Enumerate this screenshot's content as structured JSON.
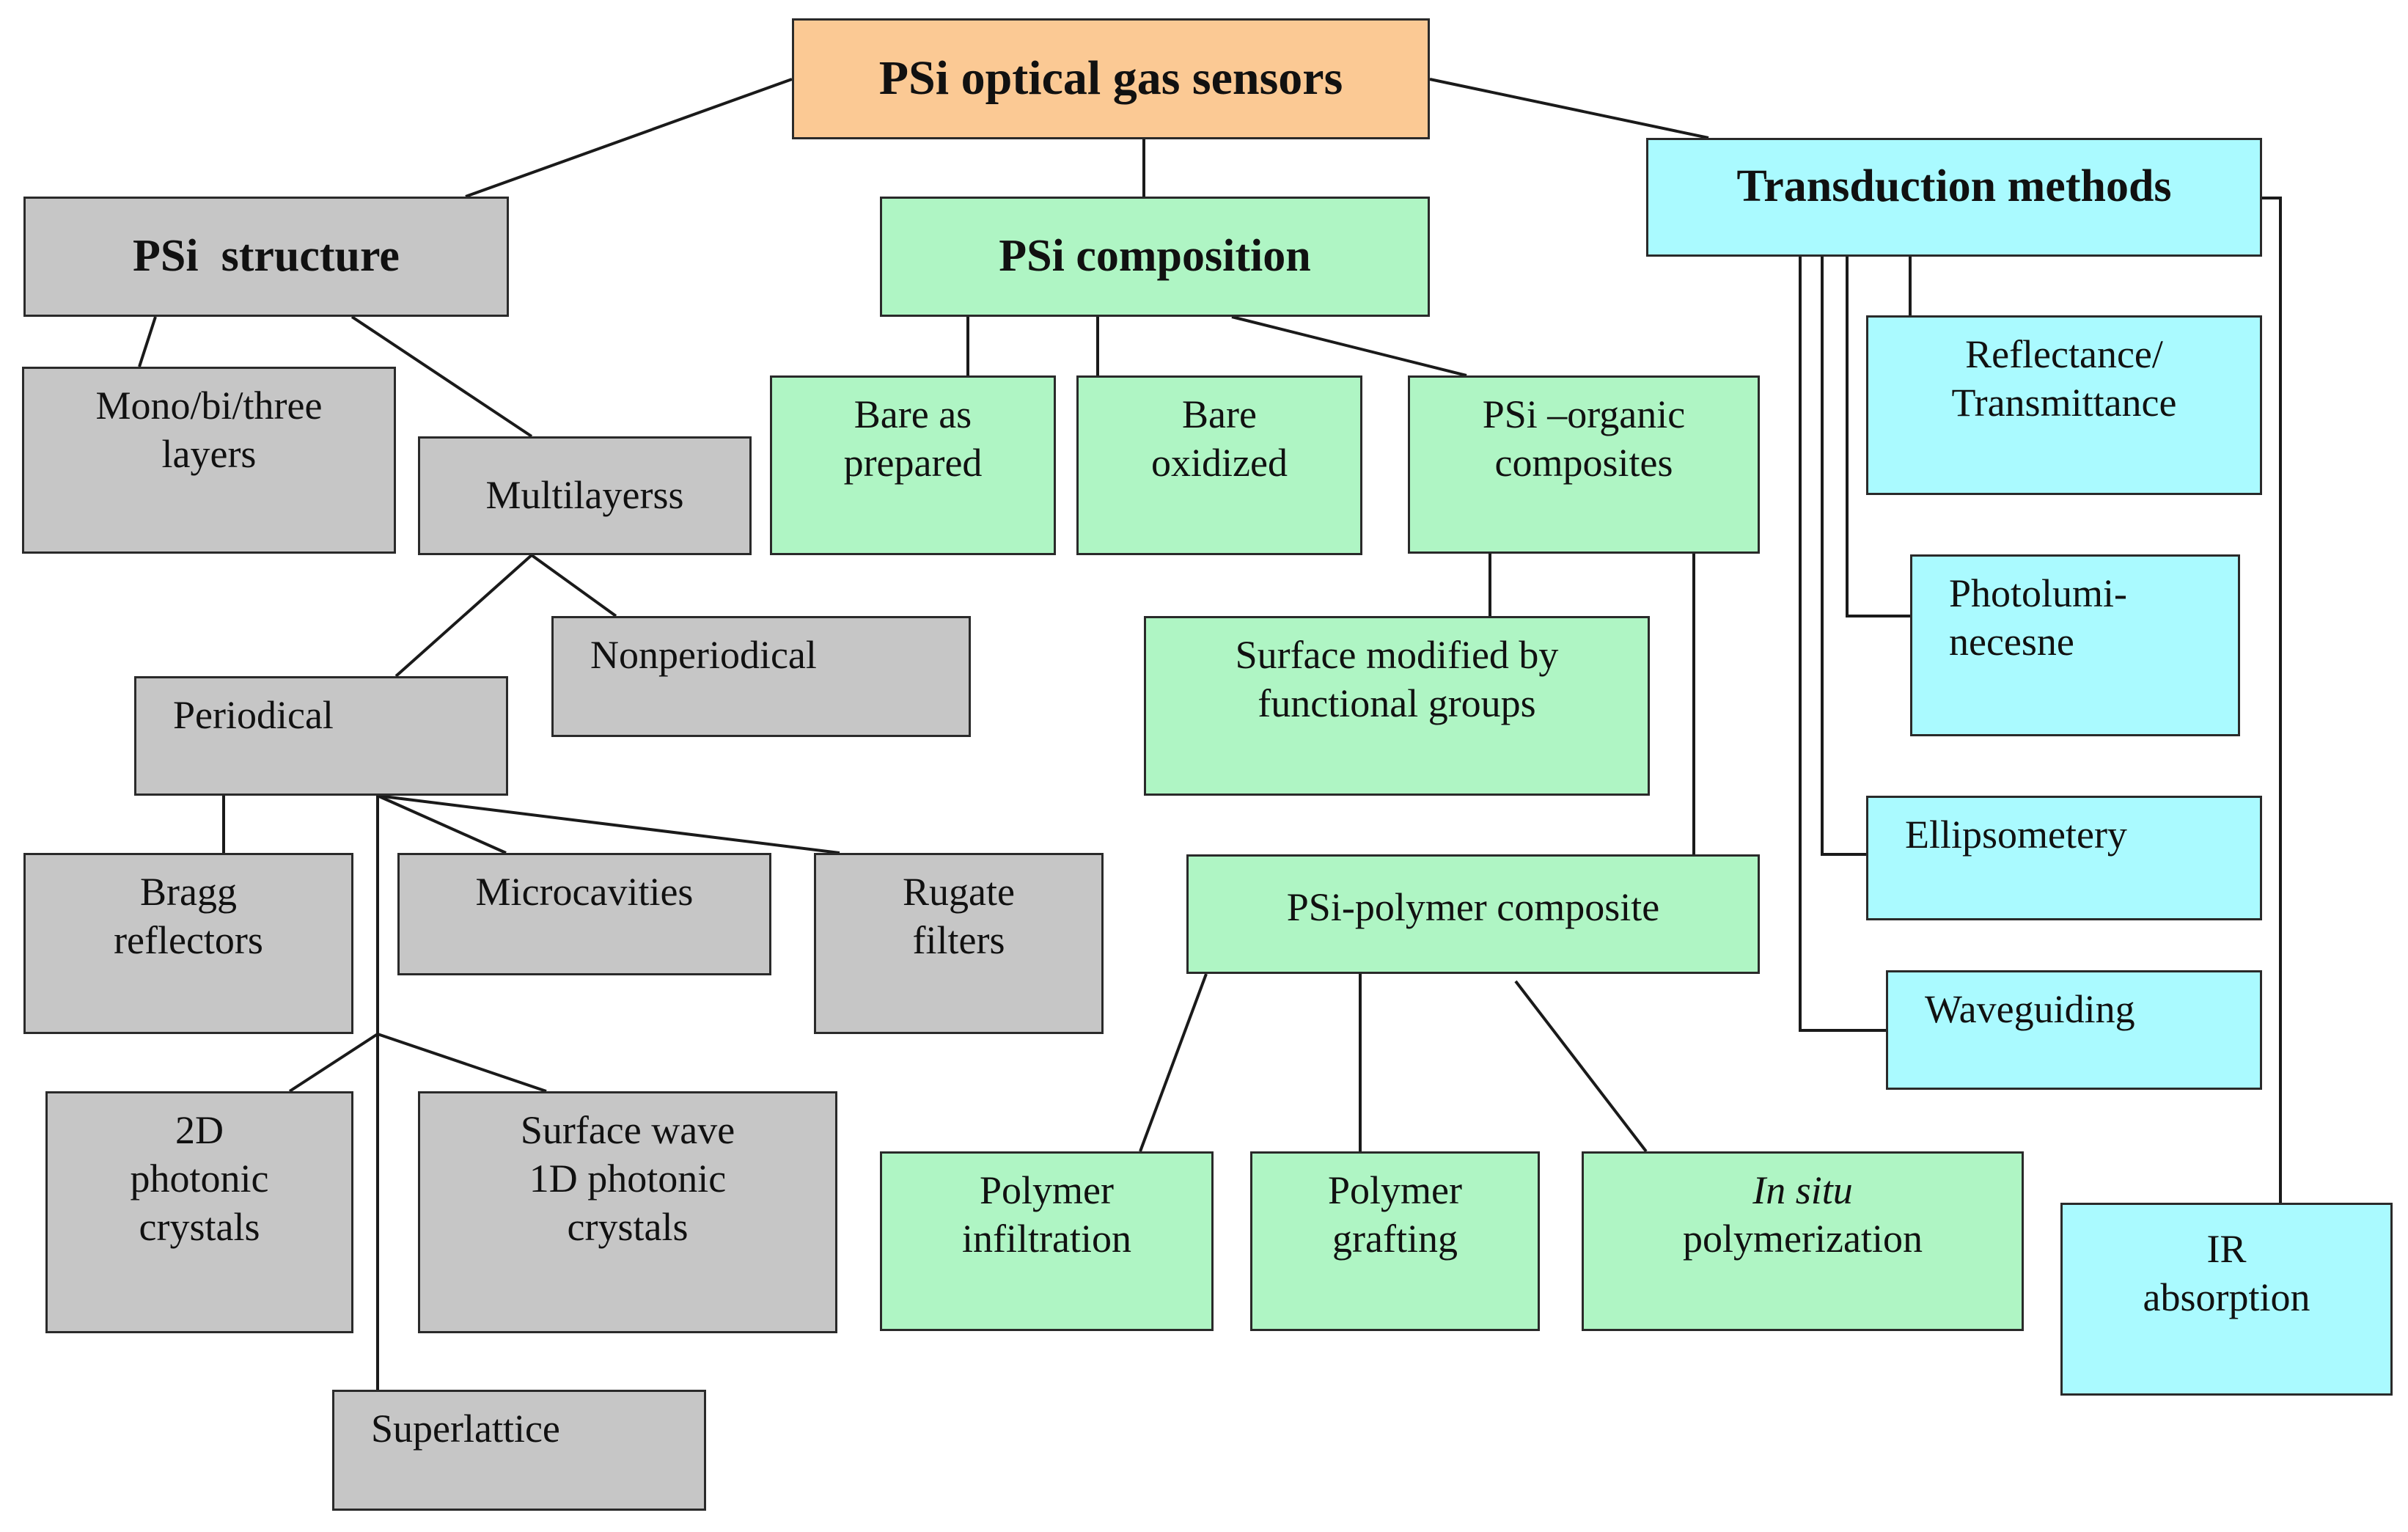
{
  "root": "PSi optical gas sensors",
  "structure": {
    "title": "PSi  structure",
    "mono": [
      "Mono/bi/three",
      "layers"
    ],
    "multilayers": "Multilayerss",
    "nonperiodical": "Nonperiodical",
    "periodical": "Periodical",
    "bragg": [
      "Bragg",
      "reflectors"
    ],
    "microcavities": "Microcavities",
    "rugate": [
      "Rugate",
      "filters"
    ],
    "photonic2d": [
      "2D",
      "photonic",
      "crystals"
    ],
    "surfacewave": [
      "Surface wave",
      "1D photonic",
      "crystals"
    ],
    "superlattice": "Superlattice"
  },
  "composition": {
    "title": "PSi composition",
    "bare_prepared": [
      "Bare as",
      "prepared"
    ],
    "bare_oxidized": [
      "Bare",
      "oxidized"
    ],
    "organic": [
      "PSi –organic",
      "composites"
    ],
    "surface_modified": [
      "Surface modified by",
      "functional groups"
    ],
    "polymer_composite": "PSi-polymer composite",
    "infiltration": [
      "Polymer",
      "infiltration"
    ],
    "grafting": [
      "Polymer",
      "grafting"
    ],
    "insitu": [
      "In situ",
      "polymerization"
    ]
  },
  "transduction": {
    "title": "Transduction methods",
    "reflectance": [
      "Reflectance/",
      "Transmittance"
    ],
    "photolum": [
      "Photolumi-",
      "necesne"
    ],
    "ellipsometry": "Ellipsometery",
    "waveguiding": "Waveguiding",
    "ir": [
      "IR",
      "absorption"
    ]
  },
  "colors": {
    "structure": "#c6c6c6",
    "composition": "#aff5c4",
    "transduction": "#aafaff",
    "root": "#fbc994"
  }
}
